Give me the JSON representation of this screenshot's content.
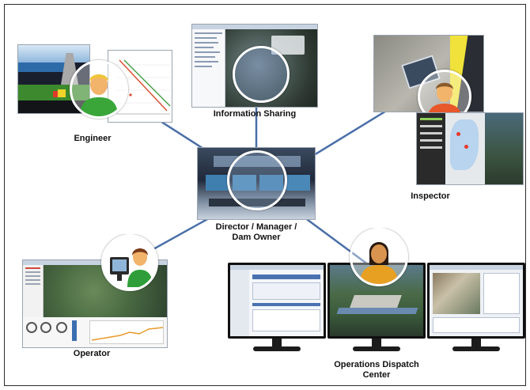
{
  "nodes": {
    "center": {
      "label_lines": [
        "Director / Manager /",
        "Dam Owner"
      ]
    },
    "information_sharing": {
      "label": "Information Sharing"
    },
    "engineer": {
      "label": "Engineer"
    },
    "inspector": {
      "label": "Inspector"
    },
    "operator": {
      "label": "Operator"
    },
    "operations_dispatch": {
      "label_lines": [
        "Operations Dispatch",
        "Center"
      ]
    }
  },
  "colors": {
    "connector": "#4a6fa8",
    "frame": "#2b2b2b",
    "person_skin": "#f2b36b",
    "engineer_shirt": "#3aa63a",
    "inspector_shirt": "#e8572a",
    "operator_shirt": "#2f9e3a",
    "dispatch_shirt": "#e8a023"
  }
}
